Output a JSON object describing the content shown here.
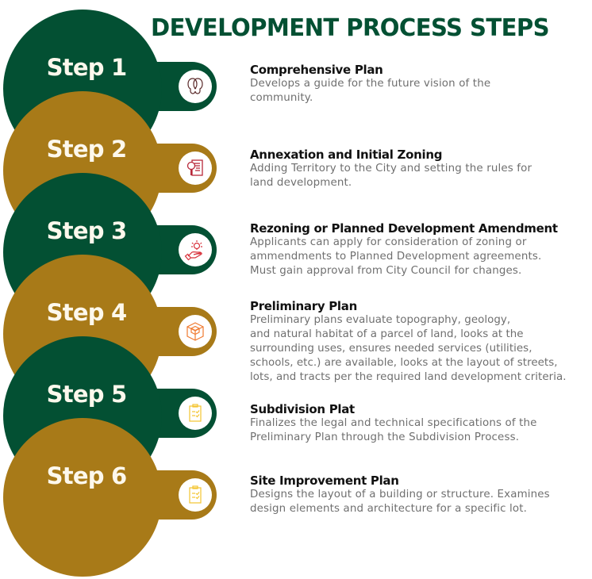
{
  "title": "DEVELOPMENT PROCESS STEPS",
  "colors": {
    "green": "#035033",
    "gold": "#a87a18",
    "label": "#fdf8ec"
  },
  "steps": [
    {
      "label": "Step 1",
      "icon": "two-heads-icon",
      "heading": "Comprehensive Plan",
      "description": "Develops a guide for the future vision of the\ncommunity."
    },
    {
      "label": "Step 2",
      "icon": "document-magnifier-icon",
      "heading": "Annexation and Initial Zoning",
      "description": "Adding Territory to the City and setting the rules for\nland development."
    },
    {
      "label": "Step 3",
      "icon": "lightbulb-hand-icon",
      "heading": "Rezoning or Planned Development Amendment",
      "description": "Applicants can apply for consideration of zoning or\nammendments to Planned Development agreements.\nMust gain approval from City Council for changes."
    },
    {
      "label": "Step 4",
      "icon": "cube-icon",
      "heading": "Preliminary Plan",
      "description": "Preliminary plans evaluate topography, geology,\nand natural habitat of a parcel of land, looks at the\nsurrounding uses, ensures needed services (utilities,\nschools, etc.) are available, looks at the layout of streets,\nlots, and tracts per the required land development criteria."
    },
    {
      "label": "Step 5",
      "icon": "clipboard-check-icon",
      "heading": "Subdivision Plat",
      "description": "Finalizes the legal and technical specifications of the\nPreliminary Plan through the Subdivision Process."
    },
    {
      "label": "Step 6",
      "icon": "clipboard-check-icon",
      "heading": "Site Improvement Plan",
      "description": "Designs the layout of a building or structure. Examines\ndesign elements and architecture for a specific lot."
    }
  ]
}
